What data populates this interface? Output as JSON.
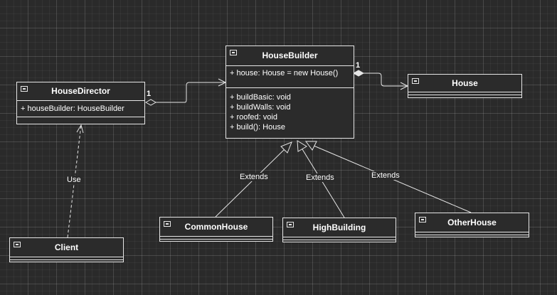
{
  "classes": {
    "house_director": {
      "name": "HouseDirector",
      "attributes": [
        "+ houseBuilder: HouseBuilder"
      ]
    },
    "house_builder": {
      "name": "HouseBuilder",
      "attributes": [
        "+ house: House = new House()"
      ],
      "methods": [
        "+ buildBasic: void",
        "+ buildWalls: void",
        "+ roofed: void",
        "+ build(): House"
      ]
    },
    "house": {
      "name": "House"
    },
    "client": {
      "name": "Client"
    },
    "common_house": {
      "name": "CommonHouse"
    },
    "high_building": {
      "name": "HighBuilding"
    },
    "other_house": {
      "name": "OtherHouse"
    }
  },
  "edges": {
    "director_builder_multiplicity": "1",
    "builder_house_multiplicity": "1",
    "client_director_label": "Use",
    "common_extends_label": "Extends",
    "high_extends_label": "Extends",
    "other_extends_label": "Extends"
  },
  "colors": {
    "background": "#2a2a2a",
    "stroke": "#e6e6e6",
    "text": "#ffffff"
  }
}
